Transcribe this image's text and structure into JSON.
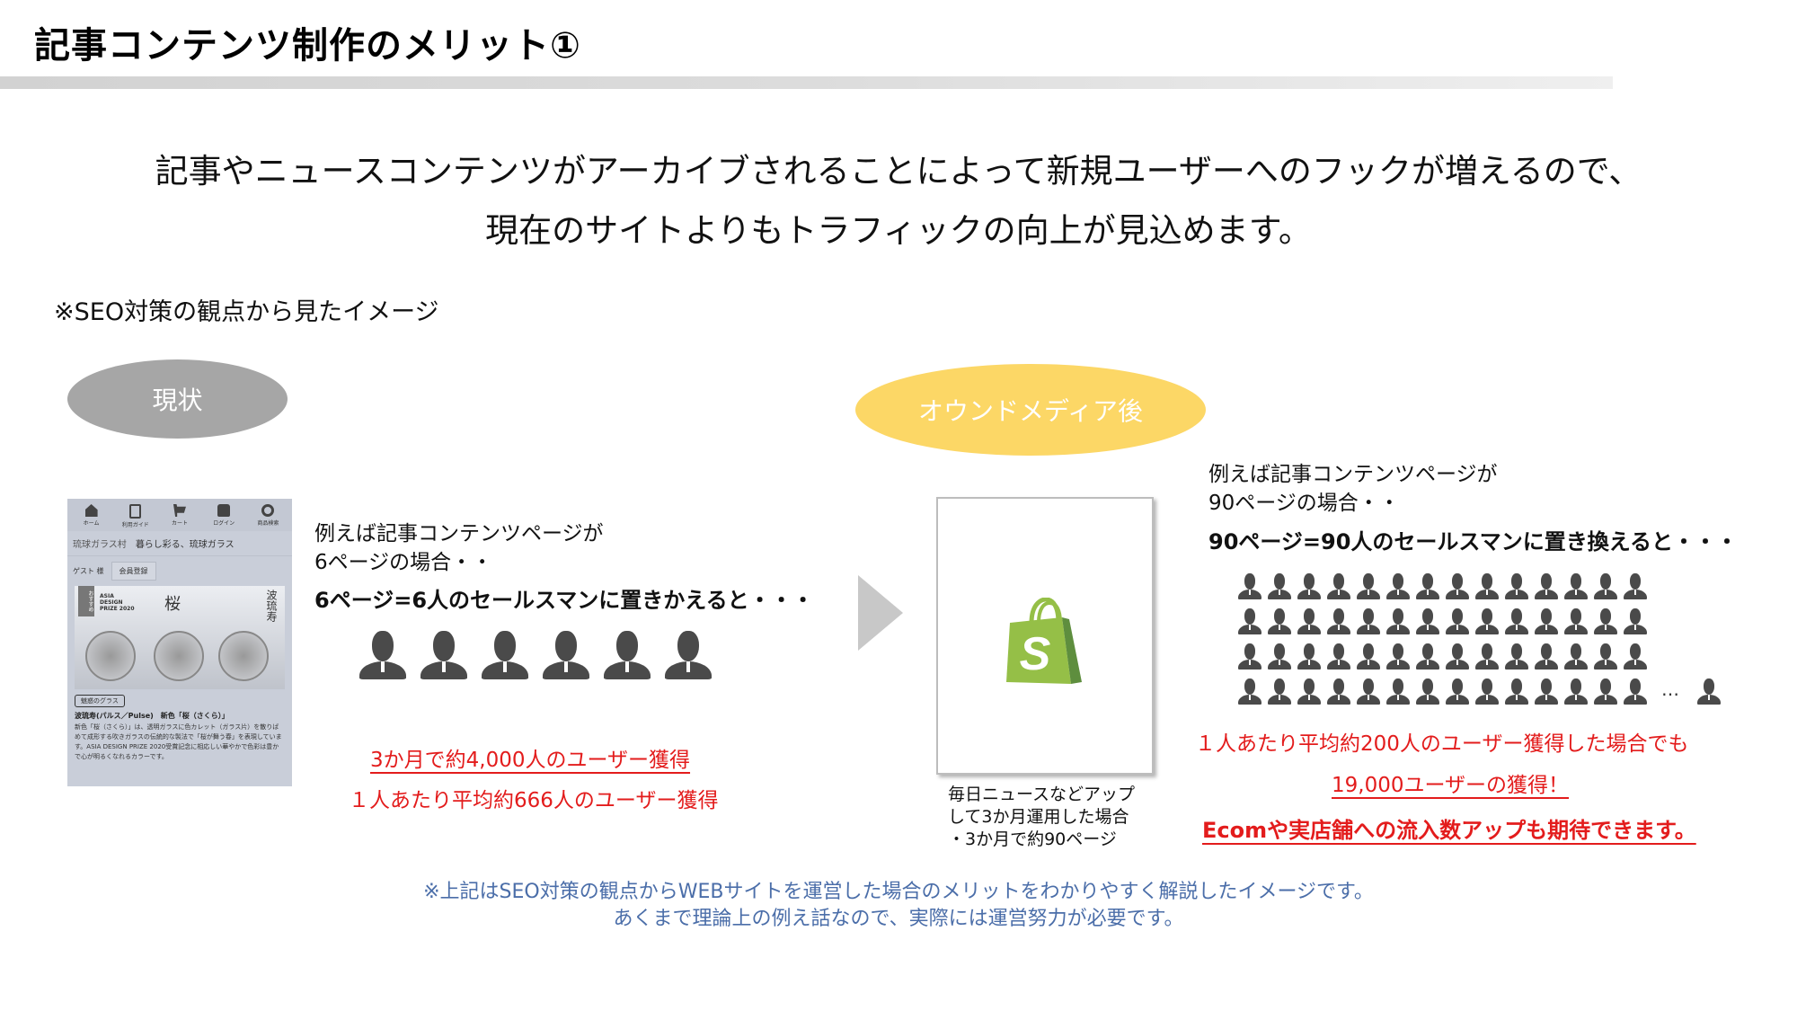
{
  "header": {
    "title": "記事コンテンツ制作のメリット①"
  },
  "lead": {
    "line1": "記事やニュースコンテンツがアーカイブされることによって新規ユーザーへのフックが増えるので、",
    "line2": "現在のサイトよりもトラフィックの向上が見込めます。"
  },
  "seo_note": "※SEO対策の観点から見たイメージ",
  "current": {
    "badge": "現状",
    "phone": {
      "nav": [
        {
          "icon": "home-icon",
          "label": "ホーム"
        },
        {
          "icon": "guide-icon",
          "label": "利用ガイド"
        },
        {
          "icon": "cart-icon",
          "label": "カート"
        },
        {
          "icon": "lock-icon",
          "label": "ログイン"
        },
        {
          "icon": "search-icon",
          "label": "商品検索"
        }
      ],
      "logo": "琉球ガラス村",
      "tagline": "暮らし彩る、琉球ガラス",
      "guest": "ゲスト 様",
      "register": "会員登録",
      "banner_ribbon": "おすすめ",
      "banner_award": "ASIA DESIGN PRIZE 2020",
      "banner_kanji": "桜",
      "banner_brand": "波琉寿",
      "category_badge": "魅惑のグラス",
      "product_title": "波琉寿(パルス／Pulse)　新色「桜（さくら）」",
      "product_desc": "新色「桜（さくら）」は、透明ガラスに色カレット（ガラス片）を散りばめて成形する吹きガラスの伝統的な製法で「桜が舞う春」を表現しています。ASIA DESIGN PRIZE 2020受賞記念に相応しい華やかで色彩は豊かで心が明るくなれるカラーです。"
    },
    "text_line1": "例えば記事コンテンツページが",
    "text_line2": "6ページの場合・・",
    "text_bold": "6ページ=6人のセールスマンに置きかえると・・・",
    "salesman_count": 6,
    "result1": "3か月で約4,000人のユーザー獲得",
    "result2": "１人あたり平均約666人のユーザー獲得"
  },
  "after": {
    "badge": "オウンドメディア後",
    "box_caption_line1": "毎日ニュースなどアップ",
    "box_caption_line2": "して3か月運用した場合",
    "box_caption_line3": "・3か月で約90ページ",
    "text_line1": "例えば記事コンテンツページが",
    "text_line2": "90ページの場合・・",
    "text_bold": "90ページ=90人のセールスマンに置き換えると・・・",
    "salesman_rows": 4,
    "salesman_per_row": 14,
    "ellipsis": "…",
    "result1": "１人あたり平均約200人のユーザー獲得した場合でも",
    "result2": "19,000ユーザーの獲得！",
    "result3": "Ecomや実店舗への流入数アップも期待できます。"
  },
  "footer_note": {
    "line1": "※上記はSEO対策の観点からWEBサイトを運営した場合のメリットをわかりやすく解説したイメージです。",
    "line2": "あくまで理論上の例え話なので、実際には運営努力が必要です。"
  },
  "colors": {
    "accent_red": "#e31c1c",
    "note_blue": "#4b6ea9",
    "badge_grey": "#a6a6a6",
    "badge_yellow": "#fcd766",
    "icon_dark": "#4a4a4a",
    "shopify_green": "#95bf47"
  }
}
